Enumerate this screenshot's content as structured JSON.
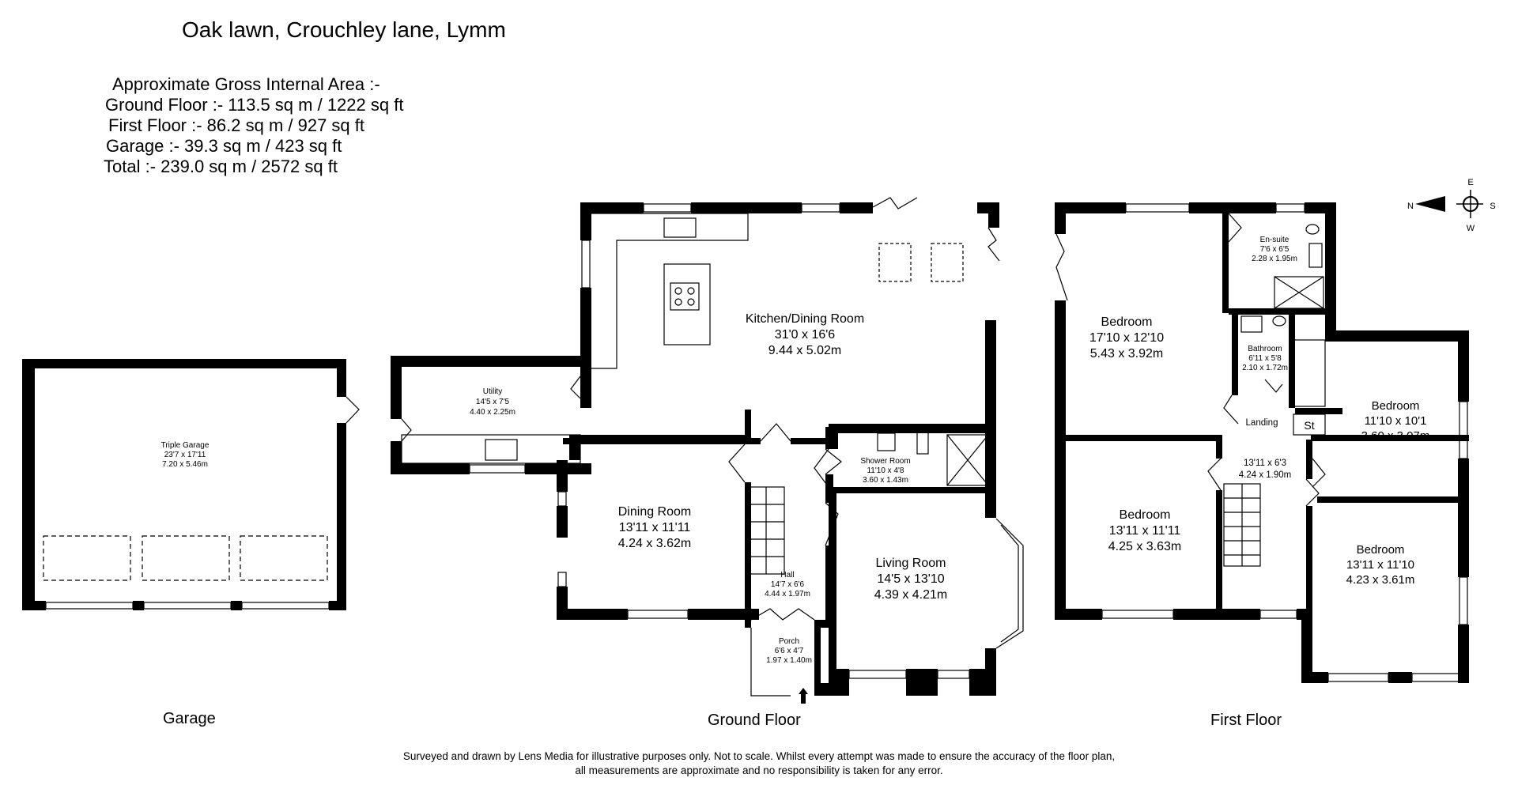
{
  "title": "Oak lawn, Crouchley lane, Lymm",
  "areas": {
    "heading": "Approximate Gross Internal Area :-",
    "ground": "Ground Floor :- 113.5 sq m / 1222 sq ft",
    "first": "First Floor :- 86.2 sq m / 927 sq ft",
    "garage": "Garage :- 39.3 sq m / 423 sq ft",
    "total": "Total :- 239.0 sq m / 2572 sq ft"
  },
  "compass": {
    "n": "N",
    "e": "E",
    "s": "S",
    "w": "W"
  },
  "floors": {
    "garage": "Garage",
    "ground": "Ground Floor",
    "first": "First Floor"
  },
  "rooms": {
    "garage": {
      "name": "Triple Garage",
      "imperial": "23'7 x 17'11",
      "metric": "7.20 x 5.46m"
    },
    "utility": {
      "name": "Utility",
      "imperial": "14'5 x 7'5",
      "metric": "4.40 x 2.25m"
    },
    "kitchen": {
      "name": "Kitchen/Dining Room",
      "imperial": "31'0 x 16'6",
      "metric": "9.44 x 5.02m"
    },
    "dining": {
      "name": "Dining Room",
      "imperial": "13'11 x 11'11",
      "metric": "4.24 x 3.62m"
    },
    "shower": {
      "name": "Shower Room",
      "imperial": "11'10 x 4'8",
      "metric": "3.60 x 1.43m"
    },
    "living": {
      "name": "Living Room",
      "imperial": "14'5 x 13'10",
      "metric": "4.39 x 4.21m"
    },
    "hall": {
      "name": "Hall",
      "imperial": "14'7 x 6'6",
      "metric": "4.44 x 1.97m"
    },
    "porch": {
      "name": "Porch",
      "imperial": "6'6 x 4'7",
      "metric": "1.97 x 1.40m"
    },
    "bed1": {
      "name": "Bedroom",
      "imperial": "17'10 x 12'10",
      "metric": "5.43 x 3.92m"
    },
    "ensuite": {
      "name": "En-suite",
      "imperial": "7'6 x 6'5",
      "metric": "2.28 x 1.95m"
    },
    "bathroom": {
      "name": "Bathroom",
      "imperial": "6'11 x 5'8",
      "metric": "2.10 x 1.72m"
    },
    "bed2": {
      "name": "Bedroom",
      "imperial": "11'10 x 10'1",
      "metric": "3.60 x 3.07m"
    },
    "store": {
      "name": "St"
    },
    "landing": {
      "name": "Landing",
      "imperial": "13'11 x 6'3",
      "metric": "4.24 x 1.90m"
    },
    "bed3": {
      "name": "Bedroom",
      "imperial": "13'11 x 11'11",
      "metric": "4.25 x 3.63m"
    },
    "bed4": {
      "name": "Bedroom",
      "imperial": "13'11 x 11'10",
      "metric": "4.23 x 3.61m"
    }
  },
  "disclaimer": {
    "line1": "Surveyed and drawn by Lens Media for illustrative purposes only. Not to scale. Whilst every attempt was made to ensure the accuracy of the floor plan,",
    "line2": "all measurements are approximate and no responsibility is taken for any error."
  }
}
